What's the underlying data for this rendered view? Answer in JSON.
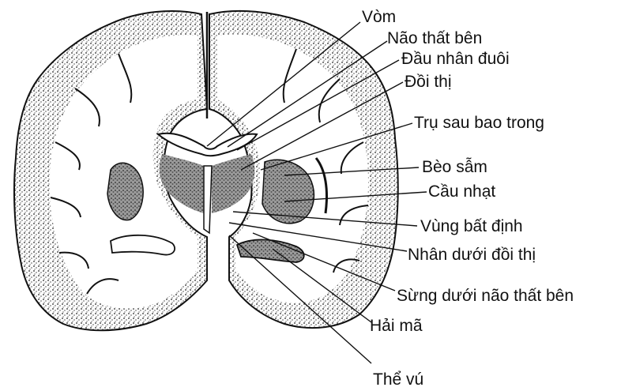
{
  "labels": {
    "vom": "Vòm",
    "nao_that_ben": "Não thất bên",
    "dau_nhan_duoi": "Đầu nhân đuôi",
    "doi_thi": "Đồi thị",
    "tru_sau_bao_trong": "Trụ sau bao trong",
    "beo_sam": "Bèo sẫm",
    "cau_nhat": "Cầu nhạt",
    "vung_bat_dinh": "Vùng bất định",
    "nhan_duoi_doi_thi": "Nhân dưới đồi thị",
    "sung_duoi_nao_that_ben": "Sừng dưới não thất bên",
    "hai_ma": "Hải mã",
    "the_vu": "Thể vú"
  },
  "colors": {
    "ink": "#111111",
    "grey_matter": "#8a8a8a",
    "paper": "#ffffff"
  }
}
